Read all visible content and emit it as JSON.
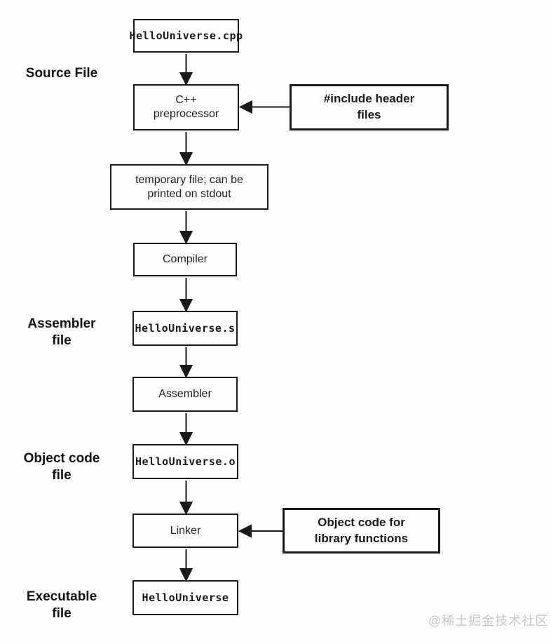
{
  "diagram": {
    "nodes": {
      "source_file": "HelloUniverse.cpp",
      "preprocessor": "C++\npreprocessor",
      "temp_file": "temporary file; can be\nprinted on stdout",
      "compiler": "Compiler",
      "assembler_file": "HelloUniverse.s",
      "assembler": "Assembler",
      "object_file": "HelloUniverse.o",
      "linker": "Linker",
      "executable": "HelloUniverse"
    },
    "side_boxes": {
      "include_headers": "#include header\nfiles",
      "library_objects": "Object code for\nlibrary functions"
    },
    "stage_labels": {
      "source": "Source File",
      "assembler": "Assembler\nfile",
      "object": "Object code\nfile",
      "executable": "Executable\nfile"
    },
    "watermark": "@稀土掘金技术社区",
    "colors": {
      "line": "#1a1a1a",
      "background": "#fdfdfd",
      "watermark": "#c8c8c8"
    }
  }
}
